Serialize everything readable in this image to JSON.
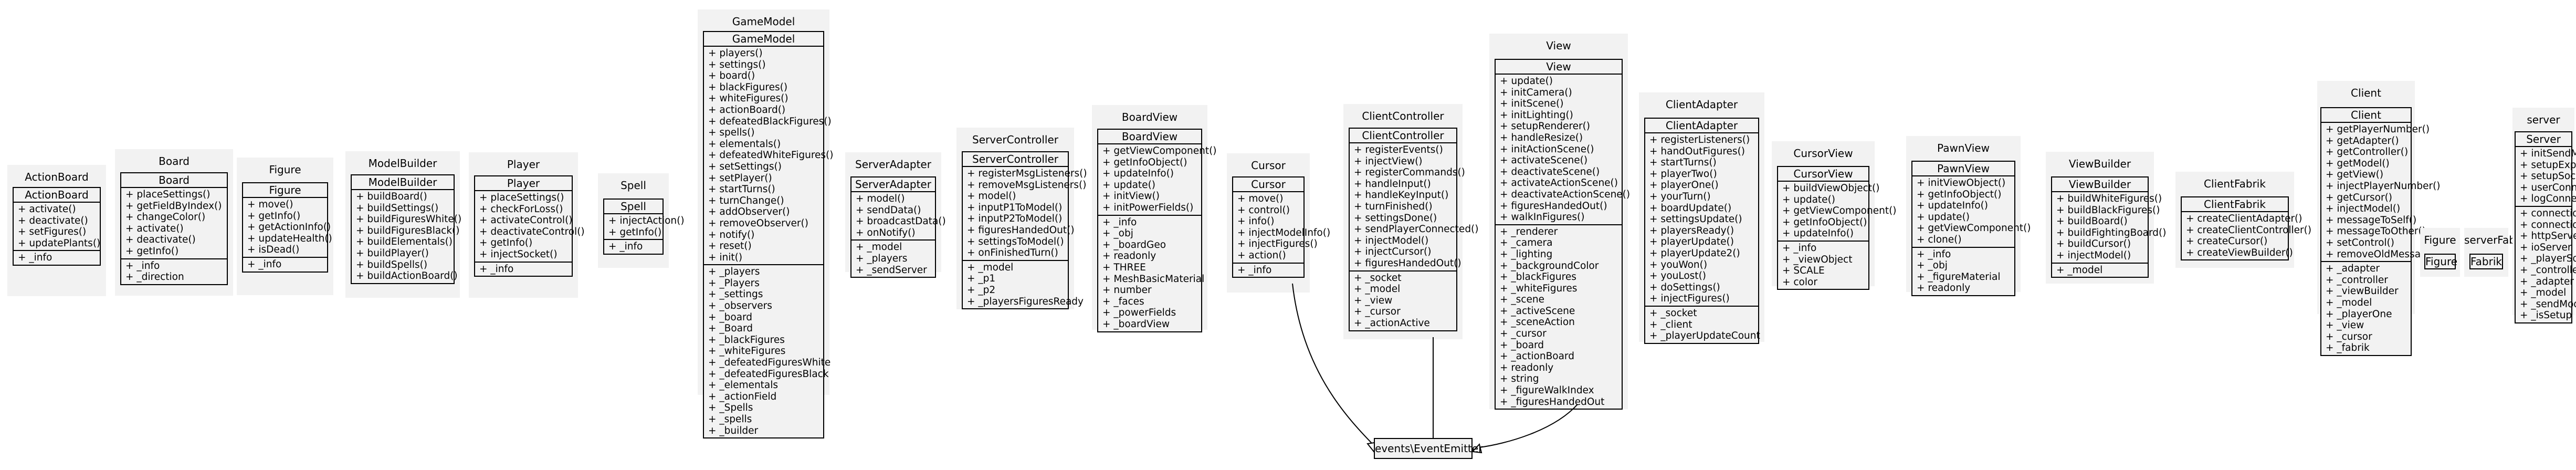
{
  "packages": [
    {
      "title": "ActionBoard",
      "classes": [
        {
          "name": "ActionBoard",
          "methods": [
            "+ activate()",
            "+ deactivate()",
            "+ setFigures()",
            "+ updatePlants()"
          ],
          "fields": [
            "+ _info"
          ]
        }
      ]
    },
    {
      "title": "Board",
      "classes": [
        {
          "name": "Board",
          "methods": [
            "+ placeSettings()",
            "+ getFieldByIndex()",
            "+ changeColor()",
            "+ activate()",
            "+ deactivate()",
            "+ getInfo()"
          ],
          "fields": [
            "+ _info",
            "+ _direction"
          ]
        }
      ]
    },
    {
      "title": "Figure",
      "classes": [
        {
          "name": "Figure",
          "methods": [
            "+ move()",
            "+ getInfo()",
            "+ getActionInfo()",
            "+ updateHealth()",
            "+ isDead()"
          ],
          "fields": [
            "+ _info"
          ]
        }
      ]
    },
    {
      "title": "ModelBuilder",
      "classes": [
        {
          "name": "ModelBuilder",
          "methods": [
            "+ buildBoard()",
            "+ buildSettings()",
            "+ buildFiguresWhite()",
            "+ buildFiguresBlack()",
            "+ buildElementals()",
            "+ buildPlayer()",
            "+ buildSpells()",
            "+ buildActionBoard()"
          ],
          "fields": []
        }
      ]
    },
    {
      "title": "Player",
      "classes": [
        {
          "name": "Player",
          "methods": [
            "+ placeSettings()",
            "+ checkForLoss()",
            "+ activateControl()",
            "+ deactivateControl()",
            "+ getInfo()",
            "+ injectSocket()"
          ],
          "fields": [
            "+ _info"
          ]
        }
      ]
    },
    {
      "title": "Spell",
      "classes": [
        {
          "name": "Spell",
          "methods": [
            "+ injectAction()",
            "+ getInfo()"
          ],
          "fields": [
            "+ _info"
          ]
        }
      ]
    },
    {
      "title": "GameModel",
      "classes": [
        {
          "name": "GameModel",
          "methods": [
            "+ players()",
            "+ settings()",
            "+ board()",
            "+ blackFigures()",
            "+ whiteFigures()",
            "+ actionBoard()",
            "+ defeatedBlackFigures()",
            "+ spells()",
            "+ elementals()",
            "+ defeatedWhiteFigures()",
            "+ setSettings()",
            "+ setPlayer()",
            "+ startTurns()",
            "+ turnChange()",
            "+ addObserver()",
            "+ removeObserver()",
            "+ notify()",
            "+ reset()",
            "+ init()"
          ],
          "fields": [
            "+ _players",
            "+ _Players",
            "+ _settings",
            "+ _observers",
            "+ _board",
            "+ _Board",
            "+ _blackFigures",
            "+ _whiteFigures",
            "+ _defeatedFiguresWhite",
            "+ _defeatedFiguresBlack",
            "+ _elementals",
            "+ _actionField",
            "+ _Spells",
            "+ _spells",
            "+ _builder"
          ]
        }
      ]
    },
    {
      "title": "ServerAdapter",
      "classes": [
        {
          "name": "ServerAdapter",
          "methods": [
            "+ model()",
            "+ sendData()",
            "+ broadcastData()",
            "+ onNotify()"
          ],
          "fields": [
            "+ _model",
            "+ _players",
            "+ _sendServer"
          ]
        }
      ]
    },
    {
      "title": "ServerController",
      "classes": [
        {
          "name": "ServerController",
          "methods": [
            "+ registerMsgListeners()",
            "+ removeMsgListeners()",
            "+ model()",
            "+ inputP1ToModel()",
            "+ inputP2ToModel()",
            "+ figuresHandedOut()",
            "+ settingsToModel()",
            "+ onFinishedTurn()"
          ],
          "fields": [
            "+ _model",
            "+ _p1",
            "+ _p2",
            "+ _playersFiguresReady"
          ]
        }
      ]
    },
    {
      "title": "BoardView",
      "classes": [
        {
          "name": "BoardView",
          "methods": [
            "+ getViewComponent()",
            "+ getInfoObject()",
            "+ updateInfo()",
            "+ update()",
            "+ initView()",
            "+ initPowerFields()"
          ],
          "fields": [
            "+ _info",
            "+ _obj",
            "+ _boardGeo",
            "+ readonly",
            "+ THREE",
            "+ MeshBasicMaterial",
            "+ number",
            "+ _faces",
            "+ _powerFields",
            "+ _boardView"
          ]
        }
      ]
    },
    {
      "title": "Cursor",
      "classes": [
        {
          "name": "Cursor",
          "methods": [
            "+ move()",
            "+ control()",
            "+ info()",
            "+ injectModelInfo()",
            "+ injectFigures()",
            "+ action()"
          ],
          "fields": [
            "+ _info"
          ]
        }
      ]
    },
    {
      "title": "ClientController",
      "classes": [
        {
          "name": "ClientController",
          "methods": [
            "+ registerEvents()",
            "+ injectView()",
            "+ registerCommands()",
            "+ handleInput()",
            "+ handleKeyInput()",
            "+ turnFinished()",
            "+ settingsDone()",
            "+ sendPlayerConnected()",
            "+ injectModel()",
            "+ injectCursor()",
            "+ figuresHandedOut()"
          ],
          "fields": [
            "+ _socket",
            "+ _model",
            "+ _view",
            "+ _cursor",
            "+ _actionActive"
          ]
        }
      ]
    },
    {
      "title": "View",
      "classes": [
        {
          "name": "View",
          "methods": [
            "+ update()",
            "+ initCamera()",
            "+ initScene()",
            "+ initLighting()",
            "+ setupRenderer()",
            "+ handleResize()",
            "+ initActionScene()",
            "+ activateScene()",
            "+ deactivateScene()",
            "+ activateActionScene()",
            "+ deactivateActionScene()",
            "+ figuresHandedOut()",
            "+ walkInFigures()"
          ],
          "fields": [
            "+ _renderer",
            "+ _camera",
            "+ _lighting",
            "+ _backgroundColor",
            "+ _blackFigures",
            "+ _whiteFigures",
            "+ _scene",
            "+ _activeScene",
            "+ _sceneAction",
            "+ _cursor",
            "+ _board",
            "+ _actionBoard",
            "+ readonly",
            "+ string",
            "+ _figureWalkIndex",
            "+ _figuresHandedOut"
          ]
        }
      ]
    },
    {
      "title": "ClientAdapter",
      "classes": [
        {
          "name": "ClientAdapter",
          "methods": [
            "+ registerListeners()",
            "+ handOutFigures()",
            "+ startTurns()",
            "+ playerTwo()",
            "+ playerOne()",
            "+ yourTurn()",
            "+ boardUpdate()",
            "+ settingsUpdate()",
            "+ playersReady()",
            "+ playerUpdate()",
            "+ playerUpdate2()",
            "+ youWon()",
            "+ youLost()",
            "+ doSettings()",
            "+ injectFigures()"
          ],
          "fields": [
            "+ _socket",
            "+ _client",
            "+ _playerUpdateCount"
          ]
        }
      ]
    },
    {
      "title": "CursorView",
      "classes": [
        {
          "name": "CursorView",
          "methods": [
            "+ buildViewObject()",
            "+ update()",
            "+ getViewComponent()",
            "+ getInfoObject()",
            "+ updateInfo()"
          ],
          "fields": [
            "+ _info",
            "+ _viewObject",
            "+ SCALE",
            "+ color"
          ]
        }
      ]
    },
    {
      "title": "PawnView",
      "classes": [
        {
          "name": "PawnView",
          "methods": [
            "+ initViewObject()",
            "+ getInfoObject()",
            "+ updateInfo()",
            "+ update()",
            "+ getViewComponent()",
            "+ clone()"
          ],
          "fields": [
            "+ _info",
            "+ _obj",
            "+ _figureMaterial",
            "+ readonly"
          ]
        }
      ]
    },
    {
      "title": "ViewBuilder",
      "classes": [
        {
          "name": "ViewBuilder",
          "methods": [
            "+ buildWhiteFigures()",
            "+ buildBlackFigures()",
            "+ buildBoard()",
            "+ buildFightingBoard()",
            "+ buildCursor()",
            "+ injectModel()"
          ],
          "fields": [
            "+ _model"
          ]
        }
      ]
    },
    {
      "title": "ClientFabrik",
      "classes": [
        {
          "name": "ClientFabrik",
          "methods": [
            "+ createClientAdapter()",
            "+ createClientController()",
            "+ createCursor()",
            "+ createViewBuilder()"
          ],
          "fields": []
        }
      ]
    },
    {
      "title": "Client",
      "classes": [
        {
          "name": "Client",
          "methods": [
            "+ getPlayerNumber()",
            "+ getAdapter()",
            "+ getController()",
            "+ getModel()",
            "+ getView()",
            "+ injectPlayerNumber()",
            "+ getCursor()",
            "+ injectModel()",
            "+ messageToSelf()",
            "+ messageToOther()",
            "+ setControl()",
            "+ removeOldMessages()"
          ],
          "fields": [
            "+ _adapter",
            "+ _controller",
            "+ _viewBuilder",
            "+ _model",
            "+ _playerOne",
            "+ _view",
            "+ _cursor",
            "+ _fabrik"
          ]
        }
      ]
    },
    {
      "title": "Figure",
      "classes": [
        {
          "name": "Figure",
          "methods": [],
          "fields": []
        }
      ]
    },
    {
      "title": "serverFabrik",
      "classes": [
        {
          "name": "Fabrik",
          "methods": [],
          "fields": []
        }
      ]
    },
    {
      "title": "server",
      "classes": [
        {
          "name": "Server",
          "methods": [
            "+ initSendModel()",
            "+ setupExpressServer()",
            "+ setupSocketServer()",
            "+ userConnects()",
            "+ logConnections()"
          ],
          "fields": [
            "+ connections",
            "+ connectionsIO",
            "+ httpServer",
            "+ ioServer",
            "+ _playerSockets",
            "+ _controller",
            "+ _adapter",
            "+ _model",
            "+ _sendModel",
            "+ _isSetup"
          ]
        }
      ]
    }
  ],
  "standalone": {
    "name": "events\\EventEmitter"
  },
  "colors": {
    "package_bg": "#f2f2f2",
    "line": "#000000"
  }
}
